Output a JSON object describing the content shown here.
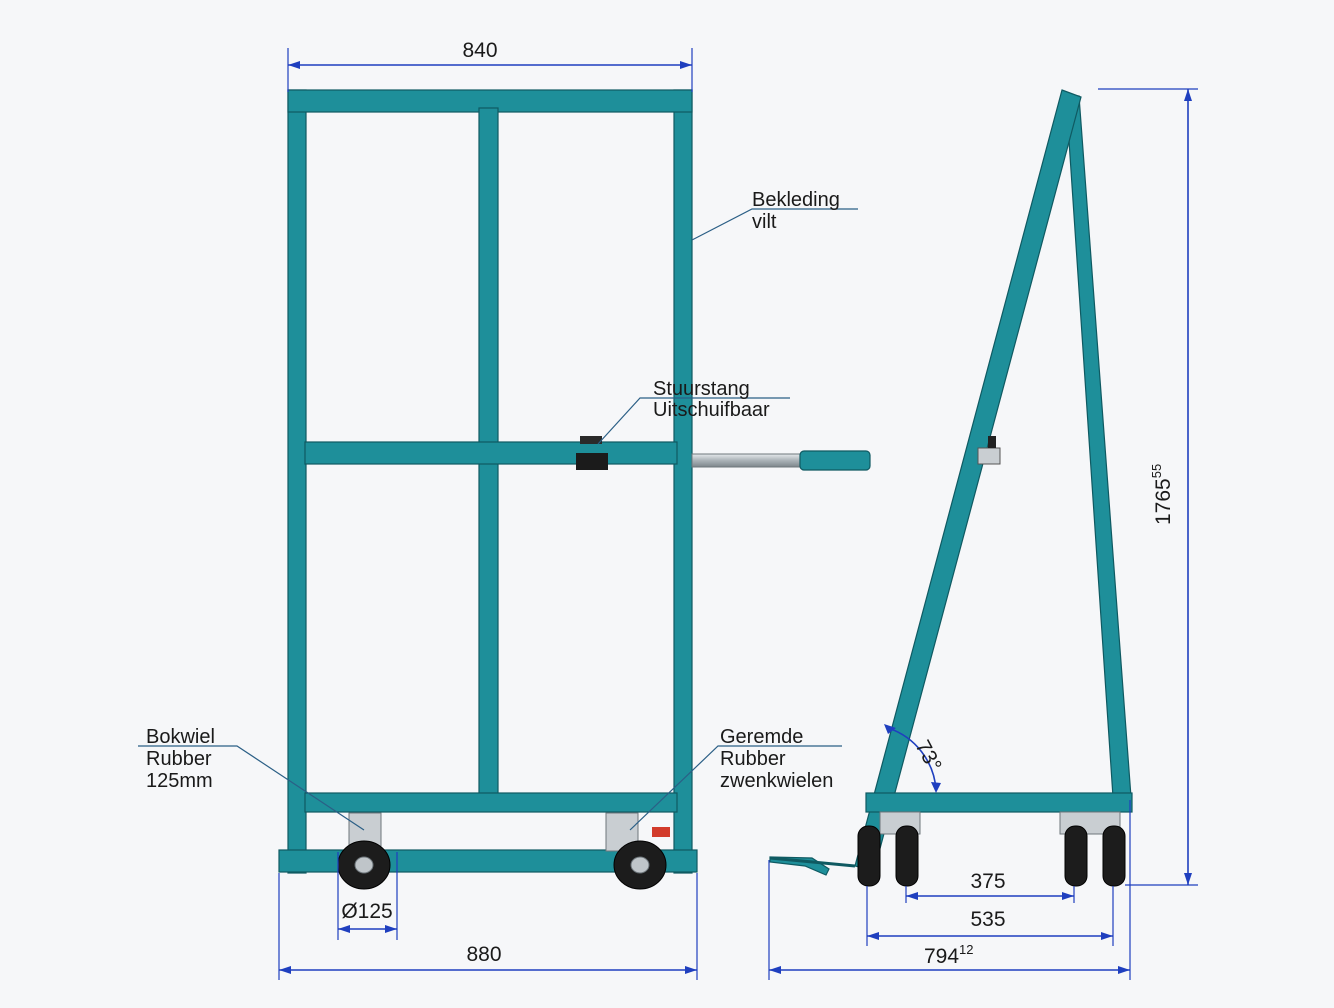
{
  "dimensions": {
    "top_width": "840",
    "bottom_width": "880",
    "wheel_diameter": "Ø125",
    "height_main": "1765",
    "height_sup": "55",
    "depth_375": "375",
    "depth_535": "535",
    "depth_total_main": "794",
    "depth_total_sup": "12",
    "angle": "73°"
  },
  "labels": {
    "bekleding": [
      "Bekleding",
      "vilt"
    ],
    "stuurstang": [
      "Stuurstang",
      "Uitschuifbaar"
    ],
    "bokwiel": [
      "Bokwiel",
      "Rubber",
      "125mm"
    ],
    "geremde": [
      "Geremde",
      "Rubber",
      "zwenkwielen"
    ]
  },
  "colors": {
    "frame": "#1e8f9a",
    "frame_edge": "#0f5a62",
    "dimension_lines": "#1f3fbf",
    "leader_lines": "#2b5f86",
    "background": "#f6f7f9"
  }
}
